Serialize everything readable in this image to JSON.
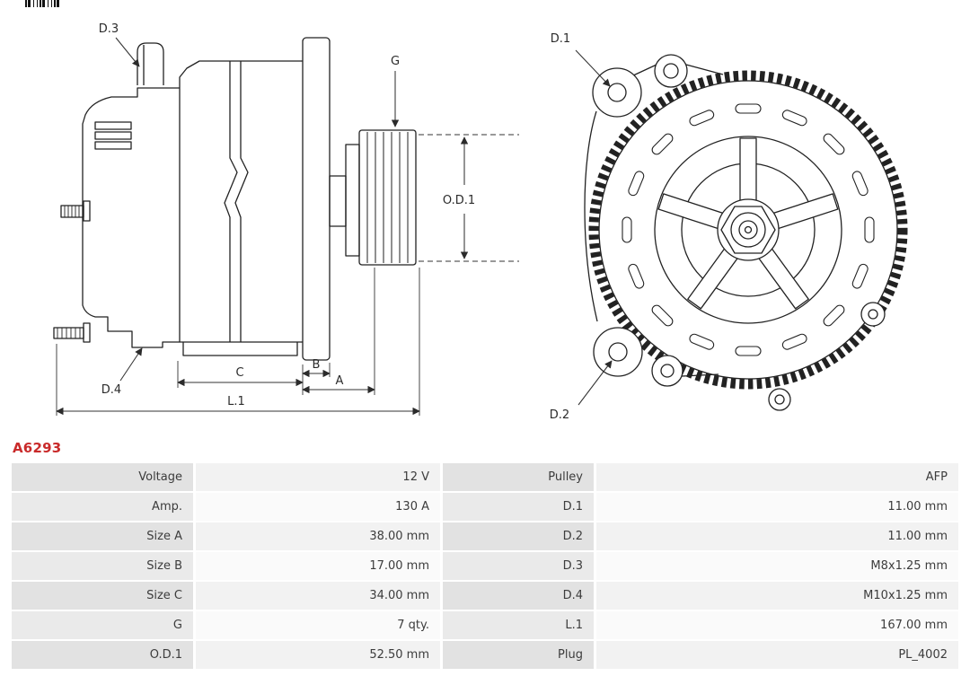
{
  "part_number": "A6293",
  "accent_color": "#c92a2a",
  "drawing": {
    "side_view": {
      "d3": "D.3",
      "g": "G",
      "od1": "O.D.1",
      "d4": "D.4",
      "c": "C",
      "b": "B",
      "a": "A",
      "l1": "L.1"
    },
    "front_view": {
      "d1": "D.1",
      "d2": "D.2"
    }
  },
  "specs": {
    "rows": [
      {
        "label1": "Voltage",
        "value1": "12 V",
        "label2": "Pulley",
        "value2": "AFP"
      },
      {
        "label1": "Amp.",
        "value1": "130 A",
        "label2": "D.1",
        "value2": "11.00 mm"
      },
      {
        "label1": "Size A",
        "value1": "38.00 mm",
        "label2": "D.2",
        "value2": "11.00 mm"
      },
      {
        "label1": "Size B",
        "value1": "17.00 mm",
        "label2": "D.3",
        "value2": "M8x1.25 mm"
      },
      {
        "label1": "Size C",
        "value1": "34.00 mm",
        "label2": "D.4",
        "value2": "M10x1.25 mm"
      },
      {
        "label1": "G",
        "value1": "7 qty.",
        "label2": "L.1",
        "value2": "167.00 mm"
      },
      {
        "label1": "O.D.1",
        "value1": "52.50 mm",
        "label2": "Plug",
        "value2": "PL_4002"
      }
    ]
  }
}
